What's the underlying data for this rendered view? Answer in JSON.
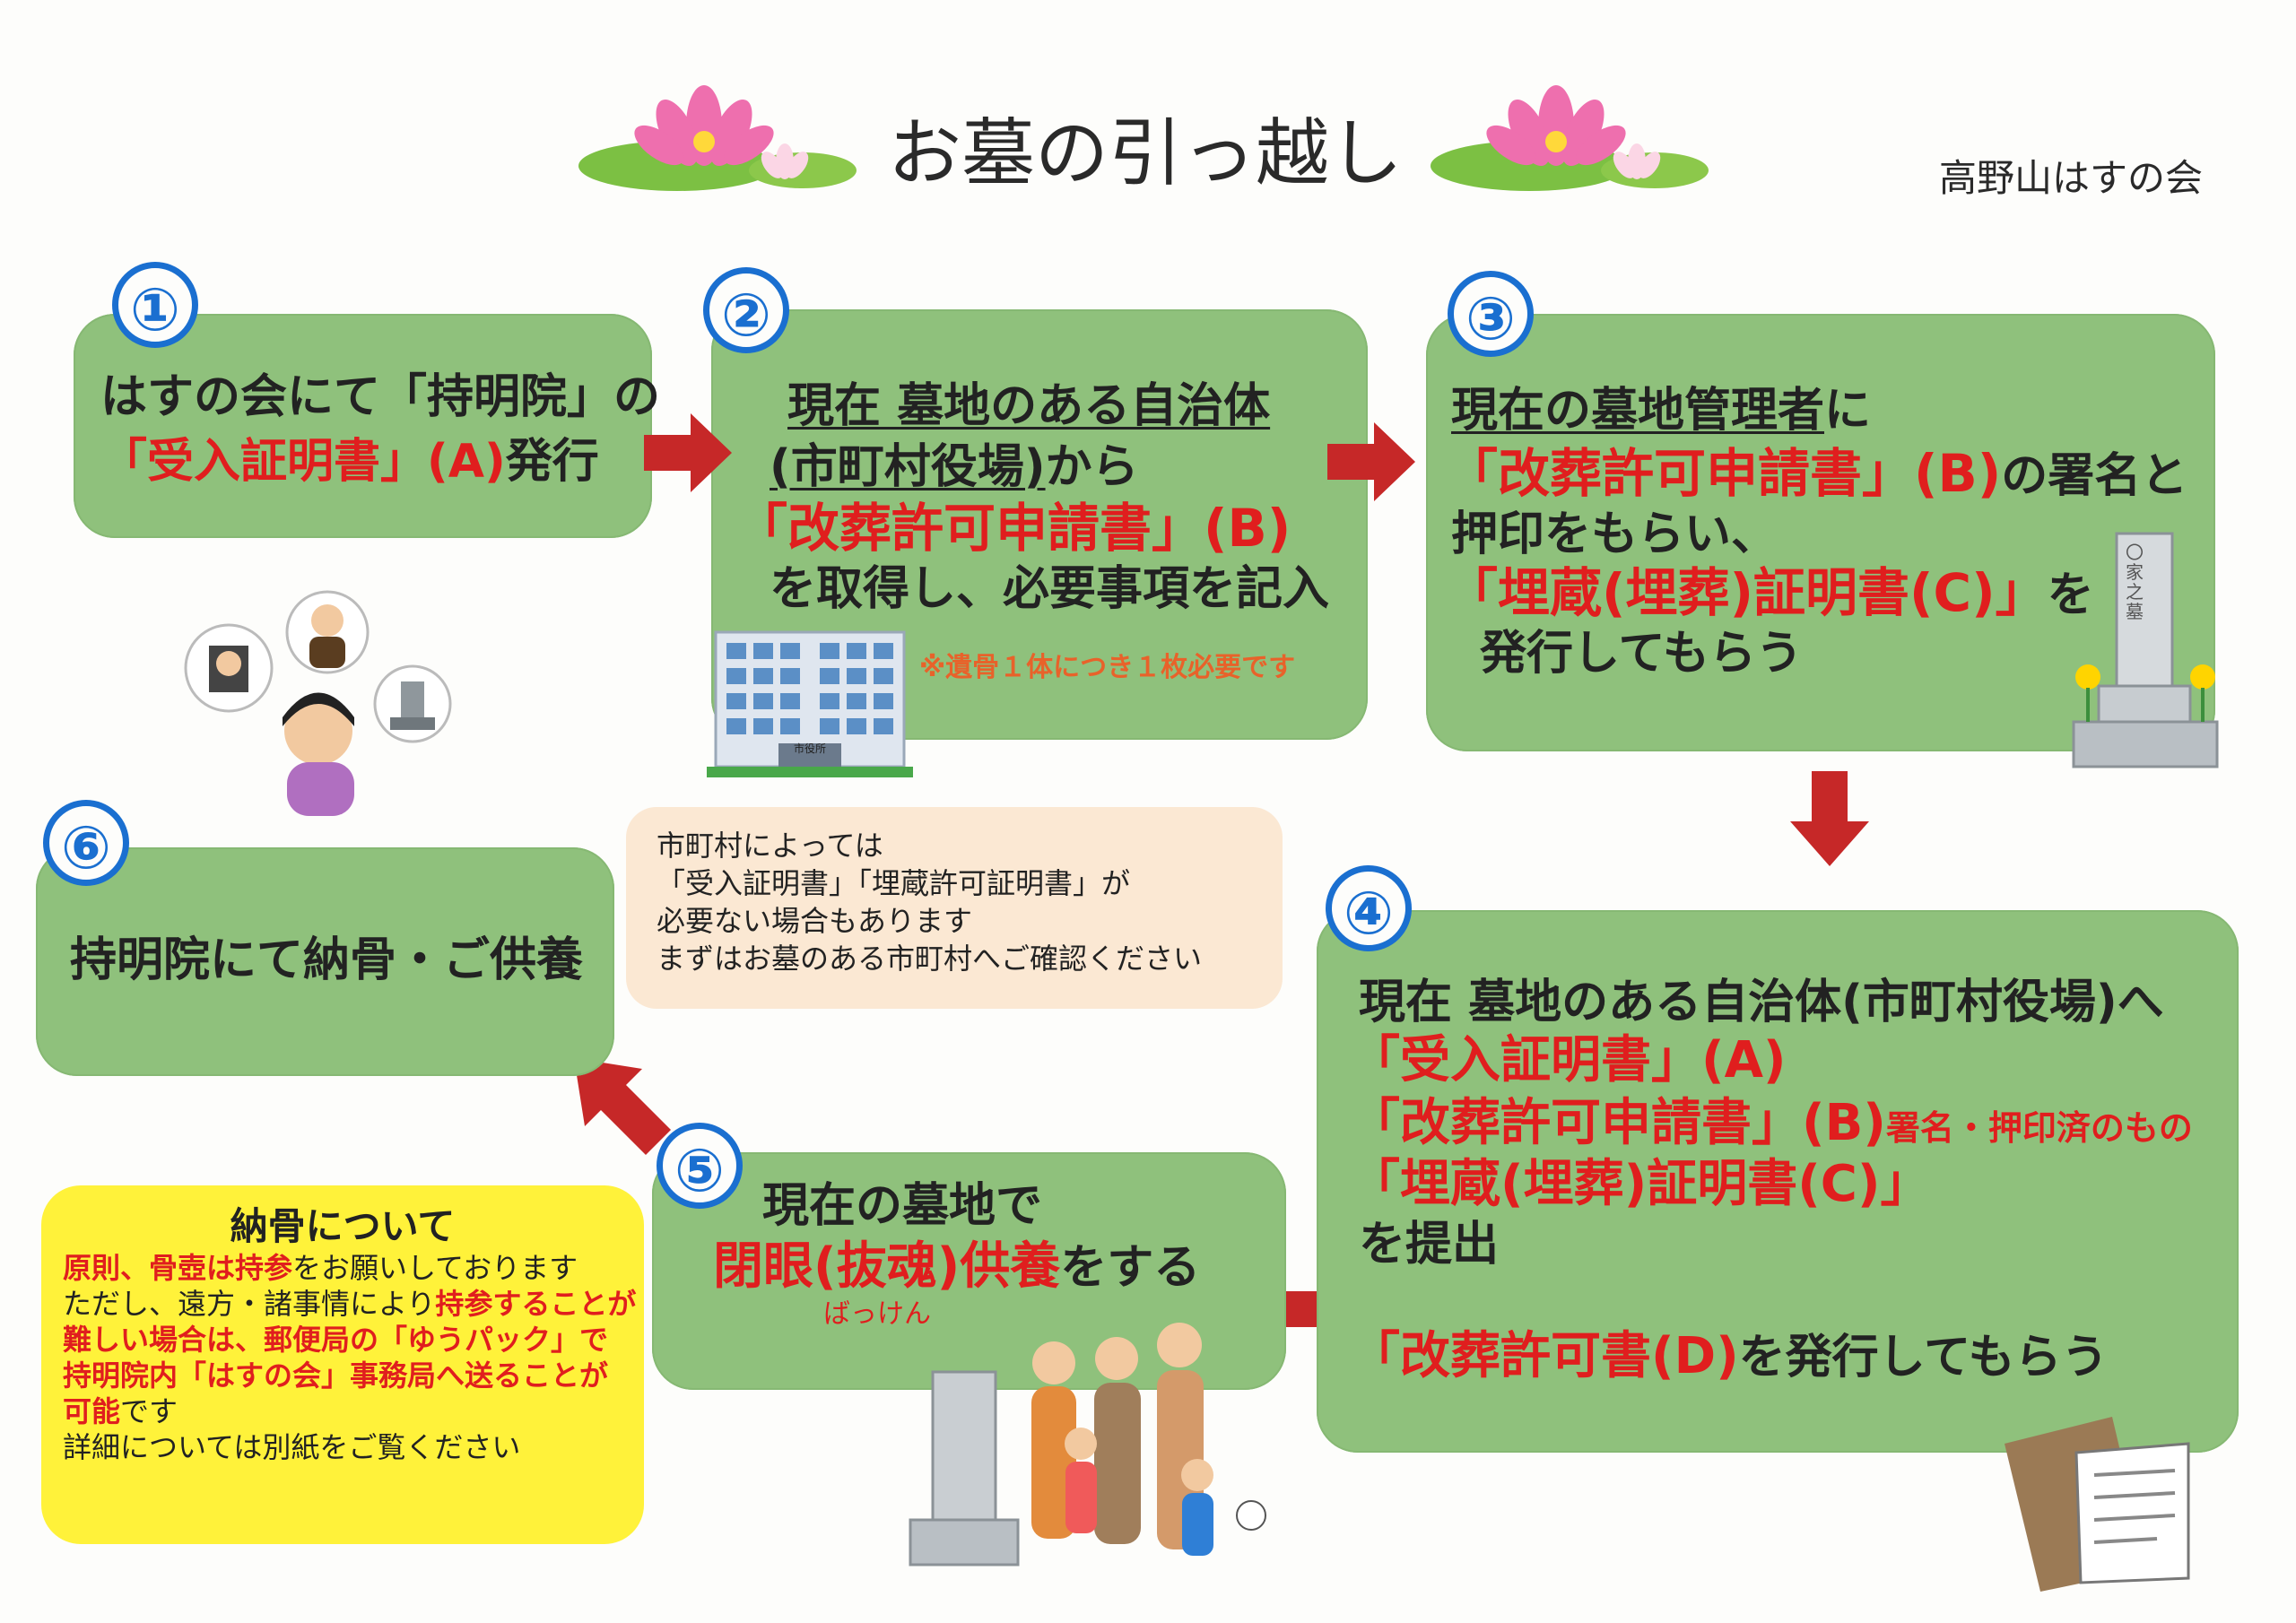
{
  "title": "お墓の引っ越し",
  "org": "高野山はすの会",
  "steps": {
    "s1": {
      "num": "①",
      "l1": "はすの会にて「持明院」の",
      "l2a": "「受入証明書」(A)",
      "l2b": "発行"
    },
    "s2": {
      "num": "②",
      "l1": "現在 墓地のある自治体",
      "l2a": "(市町村役場)",
      "l2b": "から",
      "l3": "「改葬許可申請書」(B)",
      "l4": "を取得し、必要事項を記入",
      "note": "※遺骨１体につき１枚必要です"
    },
    "s3": {
      "num": "③",
      "l1a": "現在の墓地管理者",
      "l1b": "に",
      "l2a": "「改葬許可申請書」(B)",
      "l2b": "の署名と",
      "l3": "押印をもらい、",
      "l4a": "「埋蔵(埋葬)証明書(C)」",
      "l4b": "を",
      "l5": "発行してもらう"
    },
    "s4": {
      "num": "④",
      "l1": "現在 墓地のある自治体(市町村役場)へ",
      "l2": "「受入証明書」(A)",
      "l3a": "「改葬許可申請書」(B)",
      "l3b": "署名・押印済のもの",
      "l4": "「埋蔵(埋葬)証明書(C)」",
      "l5": "を提出",
      "l6a": "「改葬許可書(D)",
      "l6b": "を発行してもらう"
    },
    "s5": {
      "num": "⑤",
      "l1": "現在の墓地で",
      "l2a": "閉眼(抜魂)供養",
      "l2b": "をする",
      "ruby": "ばっけん"
    },
    "s6": {
      "num": "⑥",
      "l1": "持明院にて納骨・ご供養"
    }
  },
  "note": {
    "l1": "市町村によっては",
    "l2": "「受入証明書」「埋蔵許可証明書」が",
    "l3": "必要ない場合もあります",
    "l4": "まずはお墓のある市町村へご確認ください"
  },
  "nokotsu": {
    "heading": "納骨について",
    "l1a": "原則、骨壺は持参",
    "l1b": "をお願いしております",
    "l2a": "ただし、遠方・諸事情により",
    "l2b": "持参することが",
    "l3a": "難しい場合は、郵便局の「ゆうパック」で",
    "l4a": "持明院内「はすの会」事務局へ送ることが",
    "l5a": "可能",
    "l5b": "です",
    "l6": "詳細については別紙をご覧ください"
  },
  "illustration_labels": {
    "grave": "〇家之墓",
    "cityhall": "市役所"
  },
  "colors": {
    "box": "#8fc17c",
    "number": "#1a6fd0",
    "red": "#e01e1e",
    "arrow": "#c62828",
    "yellow": "#fff23a",
    "note": "#fbe8d3"
  }
}
